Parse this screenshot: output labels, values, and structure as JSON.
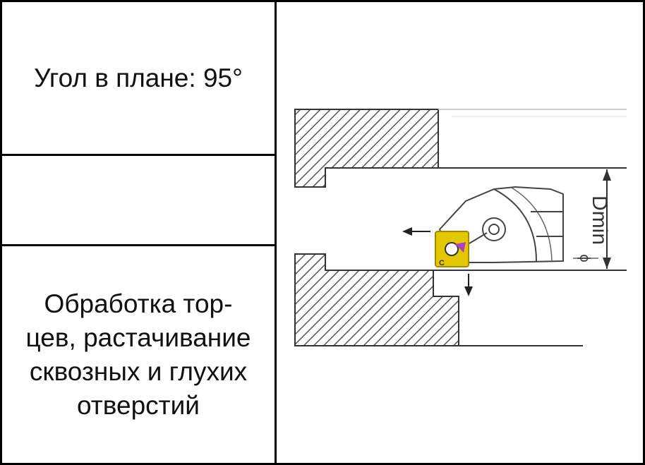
{
  "cells": {
    "angle_text": "Угол в плане: 95°",
    "empty_text": "",
    "application_lines": [
      "Обработка тор-",
      "цев, растачивание",
      "сквозных и глухих",
      "отверстий"
    ]
  },
  "diagram": {
    "dimension_label": "Dmin",
    "diameter_symbol": "ϕ",
    "insert_letter": "C",
    "colors": {
      "insert": "#e3c800",
      "insert_dark": "#a08a00",
      "accent": "#b040c0",
      "hatch": "#555555",
      "line": "#333333"
    }
  }
}
